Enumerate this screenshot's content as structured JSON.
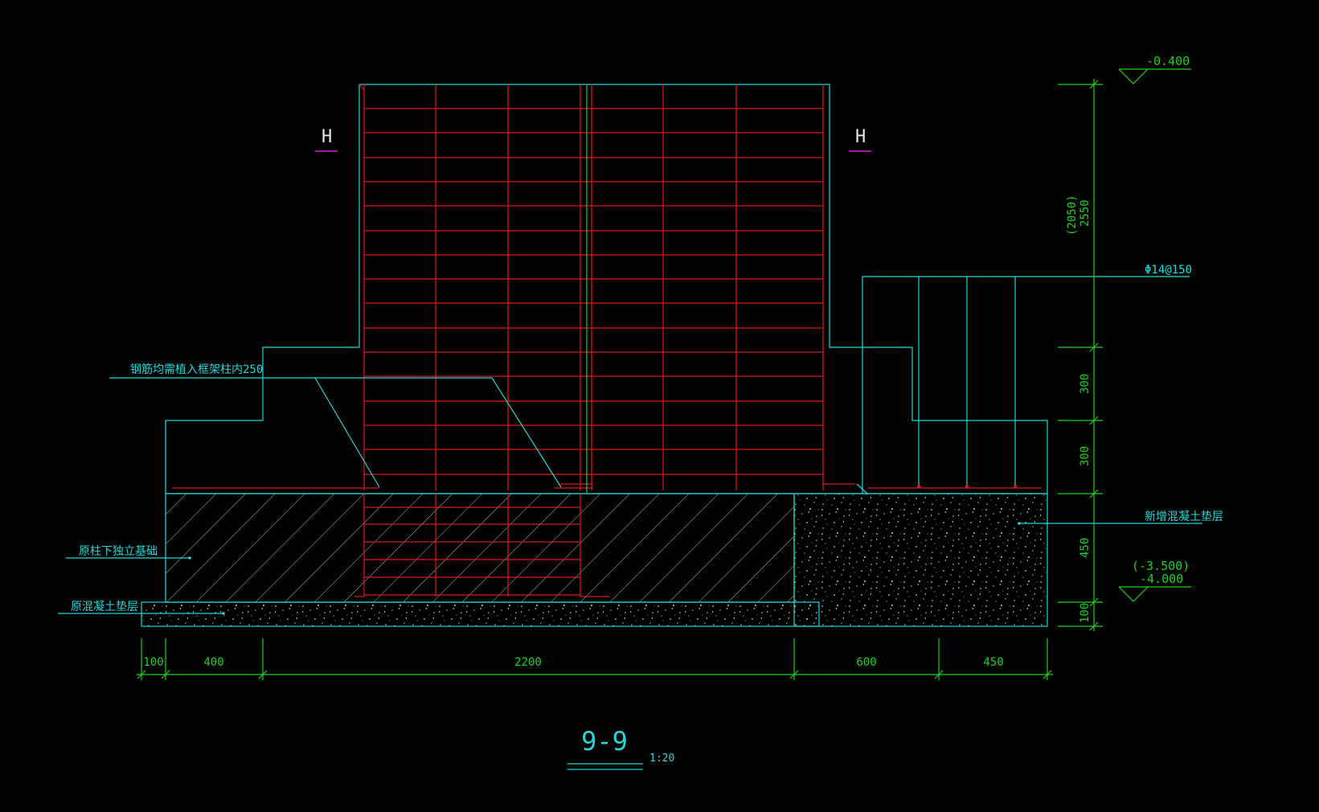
{
  "drawing": {
    "section_title": "9-9",
    "scale": "1:20",
    "section_marks": [
      "H",
      "H"
    ]
  },
  "labels": {
    "rebar_note": "钢筋均需植入框架柱内250",
    "original_footing": "原柱下独立基础",
    "original_cushion": "原混凝土垫层",
    "new_cushion": "新增混凝土垫层",
    "rebar_spec": "Φ14@150"
  },
  "elevations": {
    "top": "-0.400",
    "bottom_original": "(-3.500)",
    "bottom_new": "-4.000"
  },
  "vertical_dims": {
    "total": "2550",
    "total_original": "(2050)",
    "step1": "300",
    "step2": "300",
    "footing": "450",
    "cushion": "100"
  },
  "horizontal_dims": [
    "100",
    "400",
    "2200",
    "600",
    "450"
  ],
  "colors": {
    "outline": "#25d7d7",
    "dimension": "#1fd21f",
    "rebar": "#e01818",
    "section_mark": "#d21fd2",
    "background": "#000000"
  }
}
